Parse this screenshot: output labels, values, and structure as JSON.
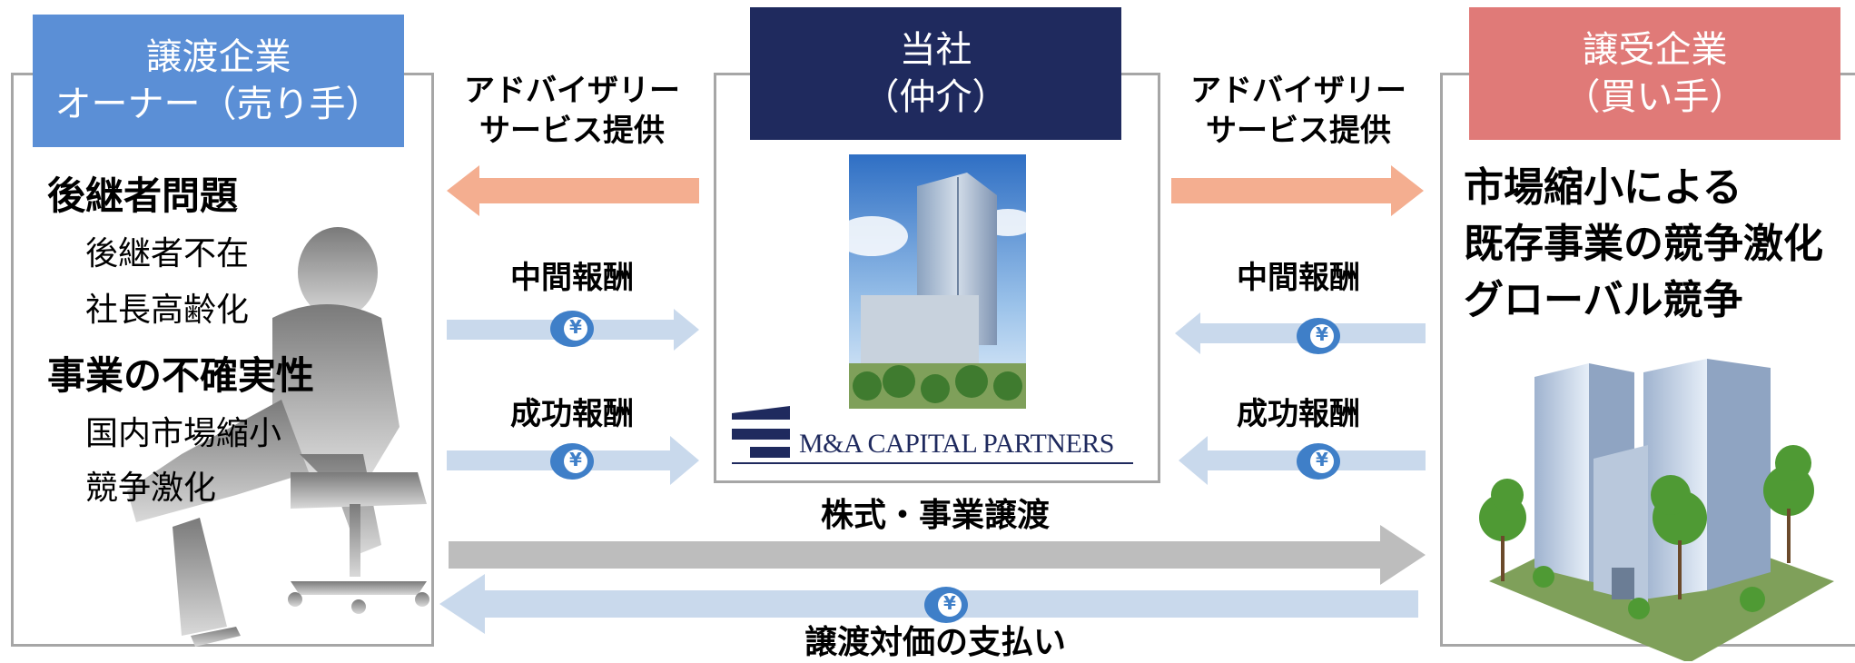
{
  "seller": {
    "header_line1": "譲渡企業",
    "header_line2": "オーナー（売り手）",
    "issues": [
      {
        "heading": "後継者問題",
        "items": [
          "後継者不在",
          "社長高齢化"
        ]
      },
      {
        "heading": "事業の不確実性",
        "items": [
          "国内市場縮小",
          "競争激化"
        ]
      }
    ],
    "color": "#5b8fd6"
  },
  "company": {
    "header_line1": "当社",
    "header_line2": "（仲介）",
    "logo_text": "M&A CAPITAL PARTNERS",
    "color": "#1f2a5e"
  },
  "buyer": {
    "header_line1": "譲受企業",
    "header_line2": "（買い手）",
    "issues": [
      "市場縮小による",
      "既存事業の競争激化",
      "グローバル競争"
    ],
    "color": "#e07a78"
  },
  "flows": {
    "left_advisory_line1": "アドバイザリー",
    "left_advisory_line2": "サービス提供",
    "right_advisory_line1": "アドバイザリー",
    "right_advisory_line2": "サービス提供",
    "left_interim": "中間報酬",
    "right_interim": "中間報酬",
    "left_success": "成功報酬",
    "right_success": "成功報酬",
    "transfer": "株式・事業譲渡",
    "payment": "譲渡対価の支払い",
    "yen_symbol": "¥"
  },
  "colors": {
    "advisory_arrow": "#f4ae90",
    "fee_arrow": "#c9d9ec",
    "transfer_arrow": "#bdbdbd",
    "yen_badge": "#3f7fc8"
  }
}
